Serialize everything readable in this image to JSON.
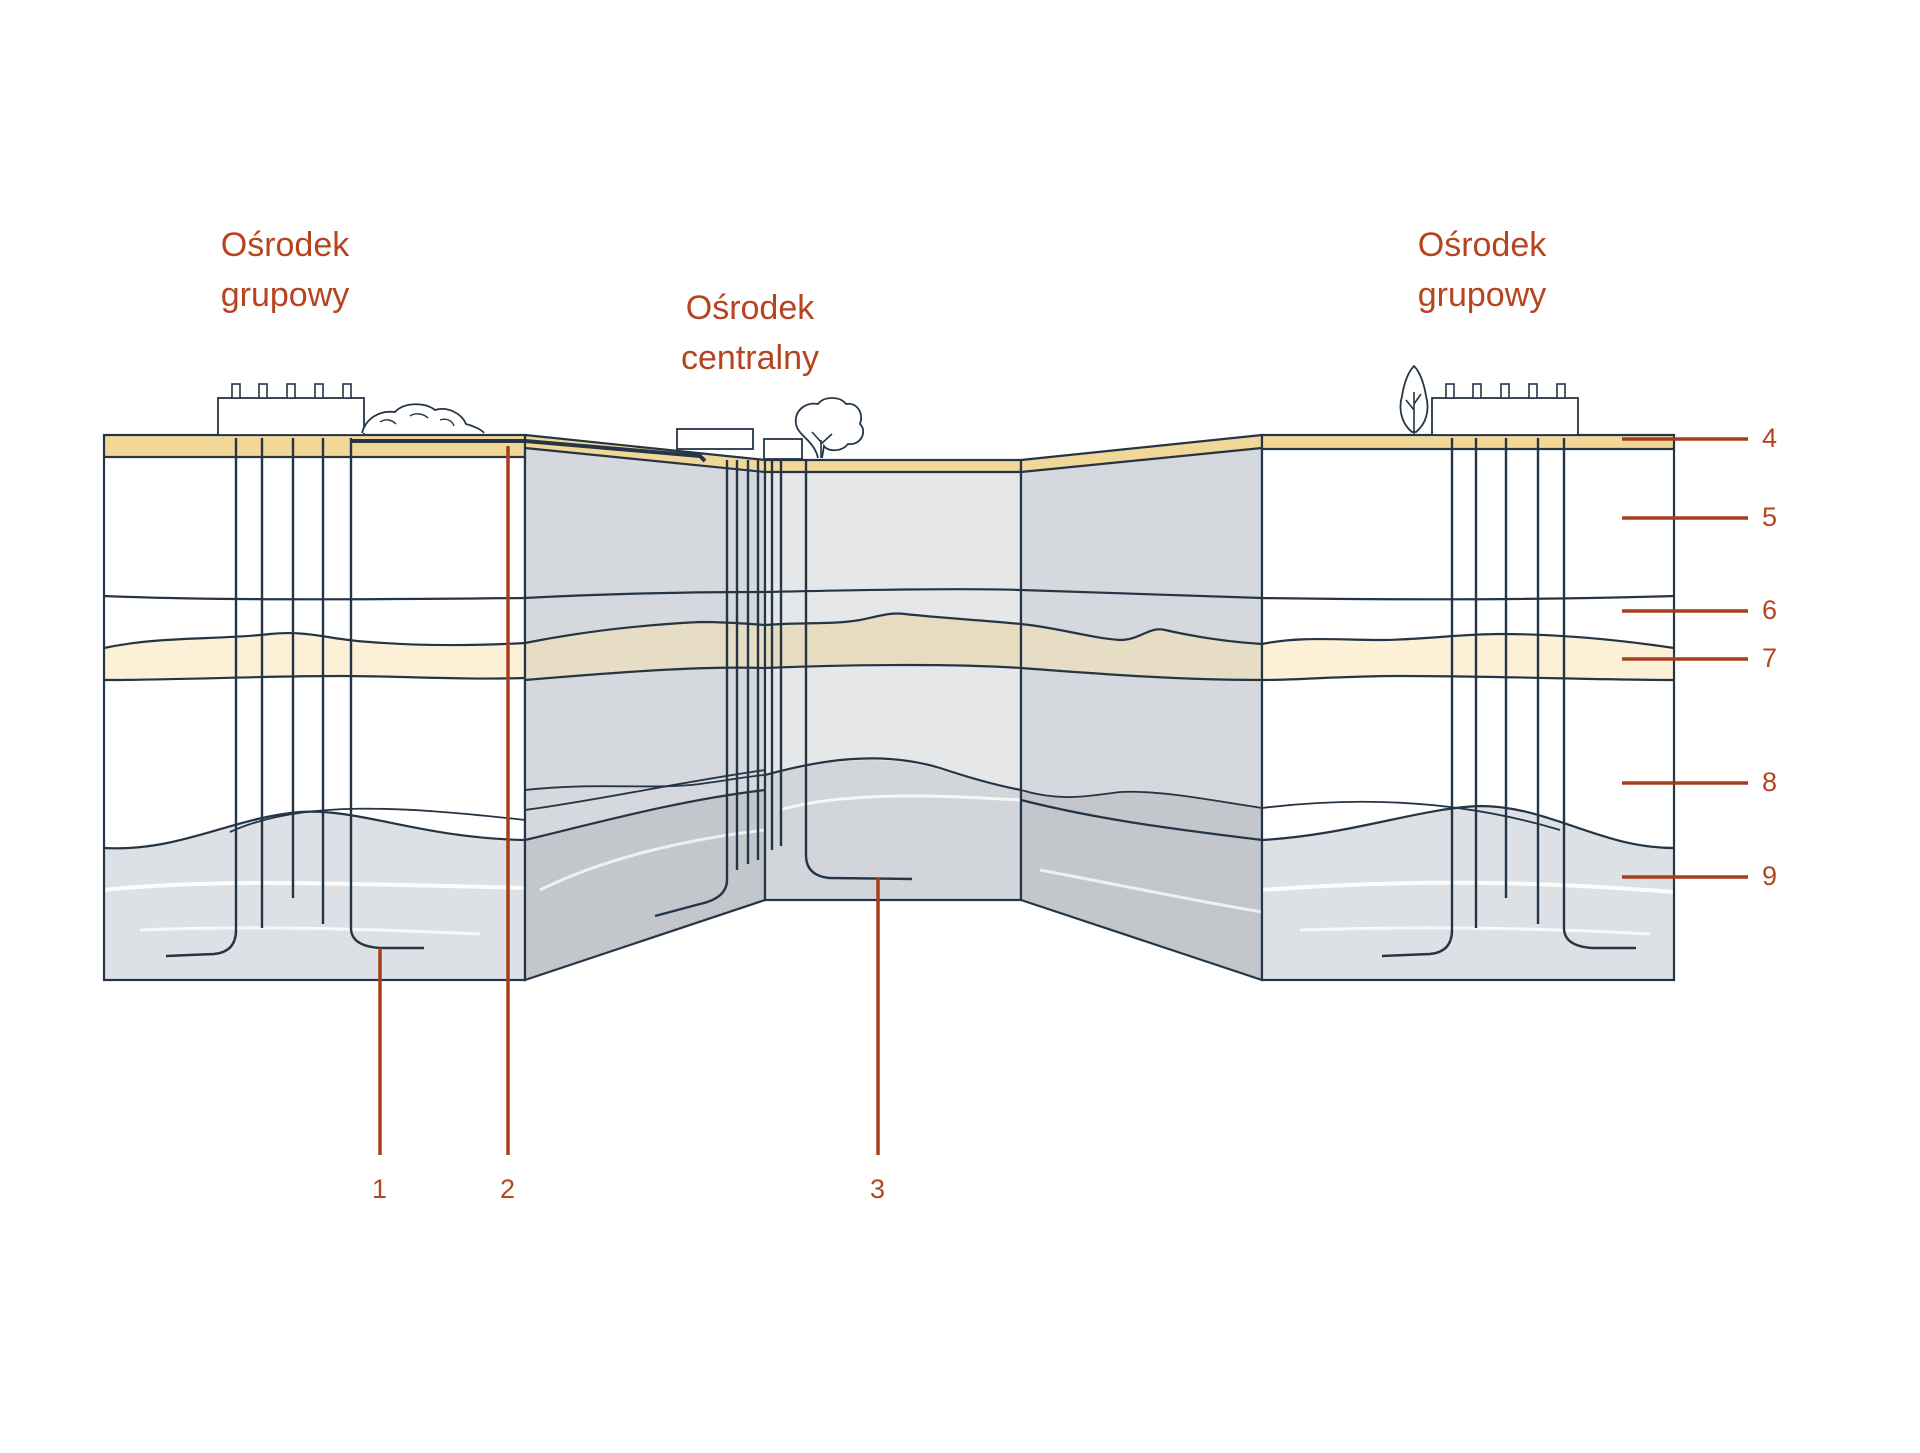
{
  "title_labels": {
    "left_line1": "Ośrodek",
    "left_line2": "grupowy",
    "center_line1": "Ośrodek",
    "center_line2": "centralny",
    "right_line1": "Ośrodek",
    "right_line2": "grupowy"
  },
  "bottom_numbers": [
    "1",
    "2",
    "3"
  ],
  "layer_numbers": [
    "4",
    "5",
    "6",
    "7",
    "8",
    "9"
  ],
  "colors": {
    "callout": "#a63e1e",
    "label_text": "#b5441f",
    "outline": "#243546",
    "soil_layer": "#f1d899",
    "sand_layer": "#fcf1d6",
    "side_panel": "#d5d8dc",
    "center_panel": "#e6e7e9",
    "deep_layer": "#dde1e6"
  }
}
